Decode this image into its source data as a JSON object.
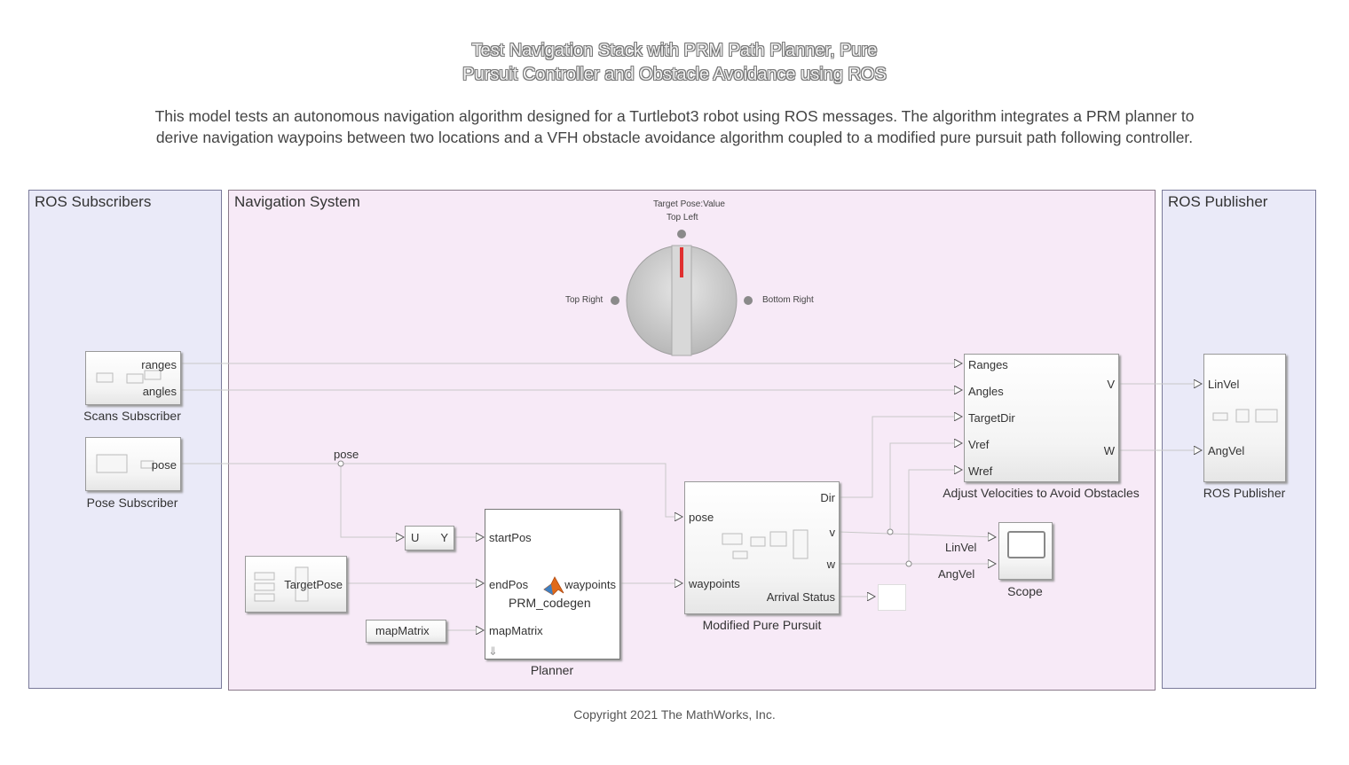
{
  "title": {
    "line1": "Test Navigation Stack with PRM Path Planner, Pure",
    "line2": "Pursuit Controller and Obstacle Avoidance using ROS"
  },
  "description": {
    "line1": "This model tests an autonomous navigation algorithm designed for a Turtlebot3 robot using ROS messages. The algorithm integrates a PRM planner to",
    "line2": "derive navigation waypoins between two locations and a VFH obstacle avoidance algorithm coupled to a modified pure pursuit path following controller."
  },
  "areas": {
    "subscribers": "ROS Subscribers",
    "navigation": "Navigation System",
    "publisher": "ROS Publisher"
  },
  "knob": {
    "header": "Target Pose:Value",
    "top": "Top Left",
    "left": "Top Right",
    "right": "Bottom Right",
    "accent": "#e03030"
  },
  "blocks": {
    "scans": {
      "label": "Scans Subscriber",
      "out1": "ranges",
      "out2": "angles"
    },
    "pose_sub": {
      "label": "Pose Subscriber",
      "out": "pose"
    },
    "signal_label": "pose",
    "uy": {
      "in": "U",
      "out": "Y"
    },
    "target_pose": {
      "label": "TargetPose"
    },
    "map_matrix": {
      "label": "mapMatrix"
    },
    "planner": {
      "label": "Planner",
      "in1": "startPos",
      "in2": "endPos",
      "in3": "mapMatrix",
      "out": "waypoints",
      "function": "PRM_codegen"
    },
    "pure_pursuit": {
      "label": "Modified Pure Pursuit",
      "in1": "pose",
      "in2": "waypoints",
      "out1": "Dir",
      "out2": "v",
      "out3": "w",
      "out4": "Arrival Status"
    },
    "avoid": {
      "label": "Adjust Velocities to Avoid Obstacles",
      "in1": "Ranges",
      "in2": "Angles",
      "in3": "TargetDir",
      "in4": "Vref",
      "in5": "Wref",
      "out1": "V",
      "out2": "W"
    },
    "scope": {
      "label": "Scope",
      "in1": "LinVel",
      "in2": "AngVel"
    },
    "publisher": {
      "label": "ROS Publisher",
      "in1": "LinVel",
      "in2": "AngVel"
    }
  },
  "copyright": "Copyright 2021 The MathWorks, Inc."
}
